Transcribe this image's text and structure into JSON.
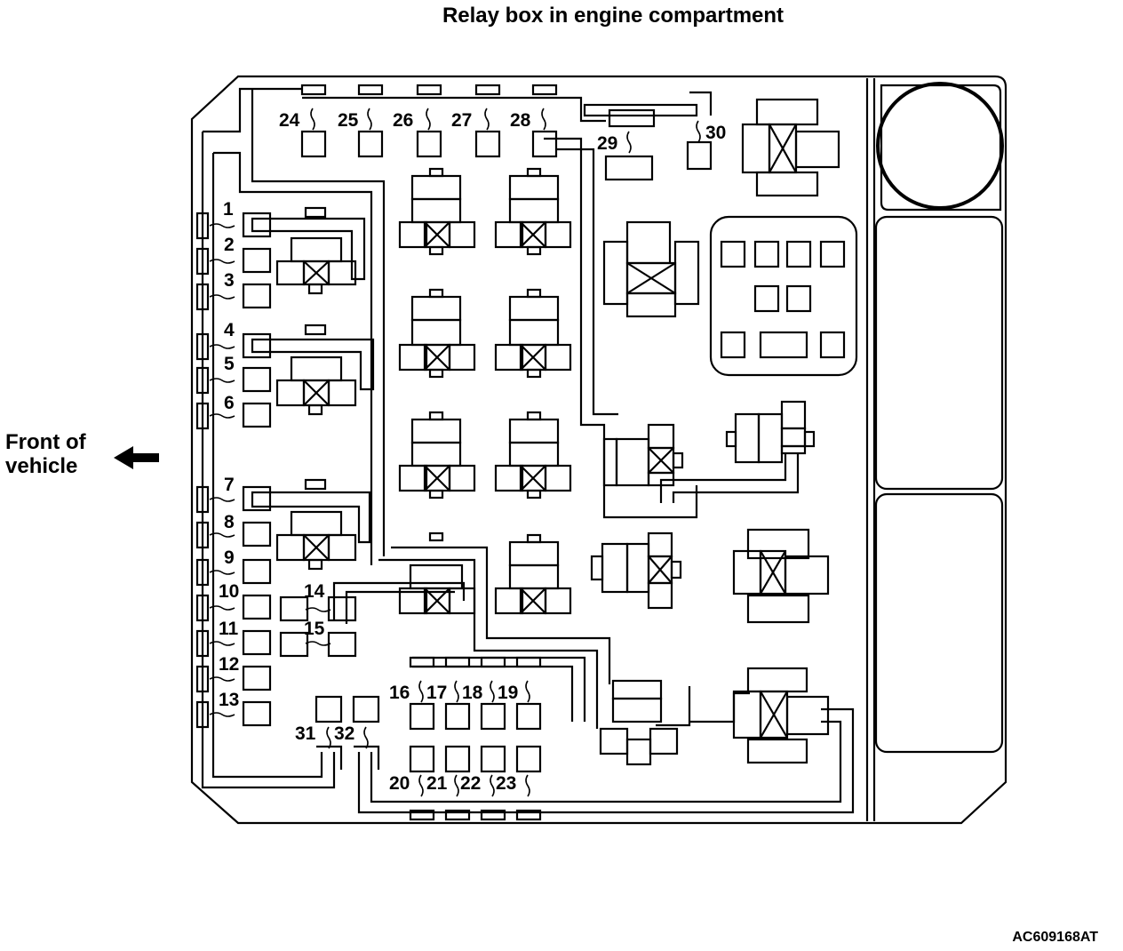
{
  "title": "Relay box in engine compartment",
  "front_label": [
    "Front of",
    "vehicle"
  ],
  "doc_id": "AC609168AT",
  "icons": {
    "direction": "arrow-left-icon"
  },
  "colors": {
    "ink": "#000000",
    "paper": "#ffffff"
  },
  "fuse_numbers": [
    "1",
    "2",
    "3",
    "4",
    "5",
    "6",
    "7",
    "8",
    "9",
    "10",
    "11",
    "12",
    "13",
    "14",
    "15",
    "16",
    "17",
    "18",
    "19",
    "20",
    "21",
    "22",
    "23",
    "24",
    "25",
    "26",
    "27",
    "28",
    "29",
    "30",
    "31",
    "32"
  ]
}
